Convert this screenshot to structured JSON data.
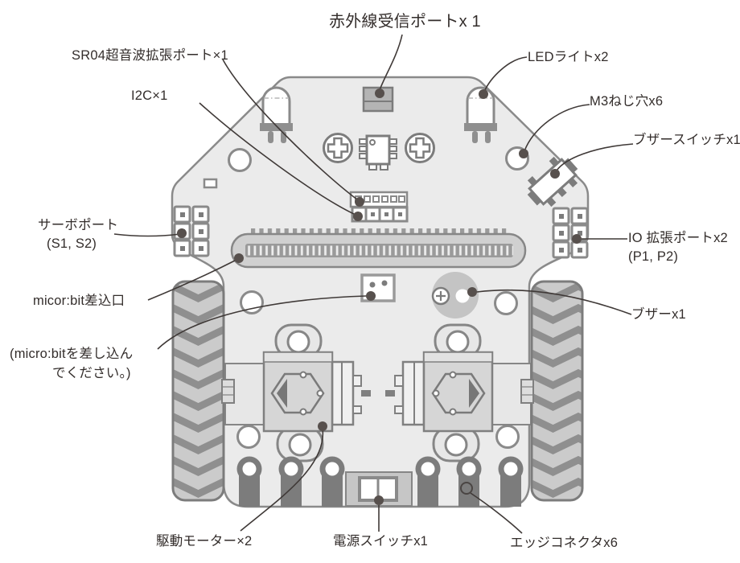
{
  "annotations": {
    "ir_receiver_port": {
      "text": "赤外線受信ポートx 1"
    },
    "sr04_port": {
      "text": "SR04超音波拡張ポート×1"
    },
    "i2c_port": {
      "text": "I2C×1"
    },
    "led_light": {
      "text": "LEDライトx2"
    },
    "m3_screw_hole": {
      "text": "M3ねじ穴x6"
    },
    "buzzer_switch": {
      "text": "ブザースイッチx1"
    },
    "servo_port": {
      "line1": "サーボポート",
      "line2": "(S1, S2)"
    },
    "io_port": {
      "line1": "IO 拡張ポートx2",
      "line2": "(P1, P2)"
    },
    "microbit_slot": {
      "text": "micor:bit差込口"
    },
    "microbit_note": {
      "line1": "(micro:bitを差し込ん",
      "line2": "でください。)"
    },
    "buzzer": {
      "text": "ブザーx1"
    },
    "drive_motor": {
      "text": "駆動モーター×2"
    },
    "power_switch": {
      "text": "電源スイッチx1"
    },
    "edge_connector": {
      "text": "エッジコネクタx6"
    }
  },
  "colors": {
    "plate_fill": "#ebebeb",
    "plate_outline": "#8a8a8a",
    "component_gray": "#7c7c7c",
    "wheel_fill": "#cbcbcb",
    "tread_gray": "#8f8f8f",
    "leader_line": "#3f3937",
    "label_text": "#332d2b",
    "white": "#ffffff"
  }
}
